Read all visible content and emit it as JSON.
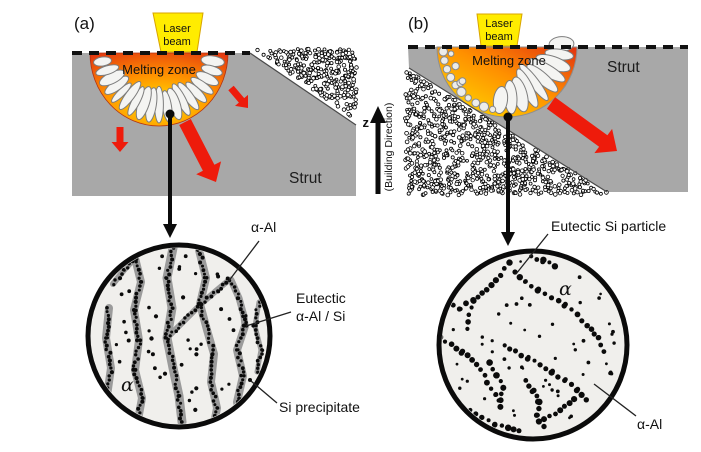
{
  "panel_a": {
    "label": "(a)",
    "laser_line1": "Laser",
    "laser_line2": "beam",
    "melting_zone": "Melting zone",
    "strut": "Strut"
  },
  "panel_b": {
    "label": "(b)",
    "laser_line1": "Laser",
    "laser_line2": "beam",
    "melting_zone": "Melting zone",
    "strut": "Strut"
  },
  "axis": {
    "z_label": "z",
    "building_direction": "(Building Direction)"
  },
  "inset_a": {
    "alpha": "α",
    "alpha_al": "α-Al",
    "eutectic_line1": "Eutectic",
    "eutectic_line2": "α-Al / Si",
    "si_precipitate": "Si precipitate"
  },
  "inset_b": {
    "alpha": "α",
    "eutectic_si_particle": "Eutectic Si particle",
    "alpha_al": "α-Al"
  },
  "colors": {
    "strut_gray": "#a8a8a8",
    "laser_yellow": "#ffec00",
    "arrow_red": "#ee1b0b",
    "pool_yellow": "#ffe300",
    "pool_orange": "#ff9000",
    "pool_red": "#e23210",
    "band_gray": "#9b9b9b",
    "inset_fill": "#f0efec"
  }
}
